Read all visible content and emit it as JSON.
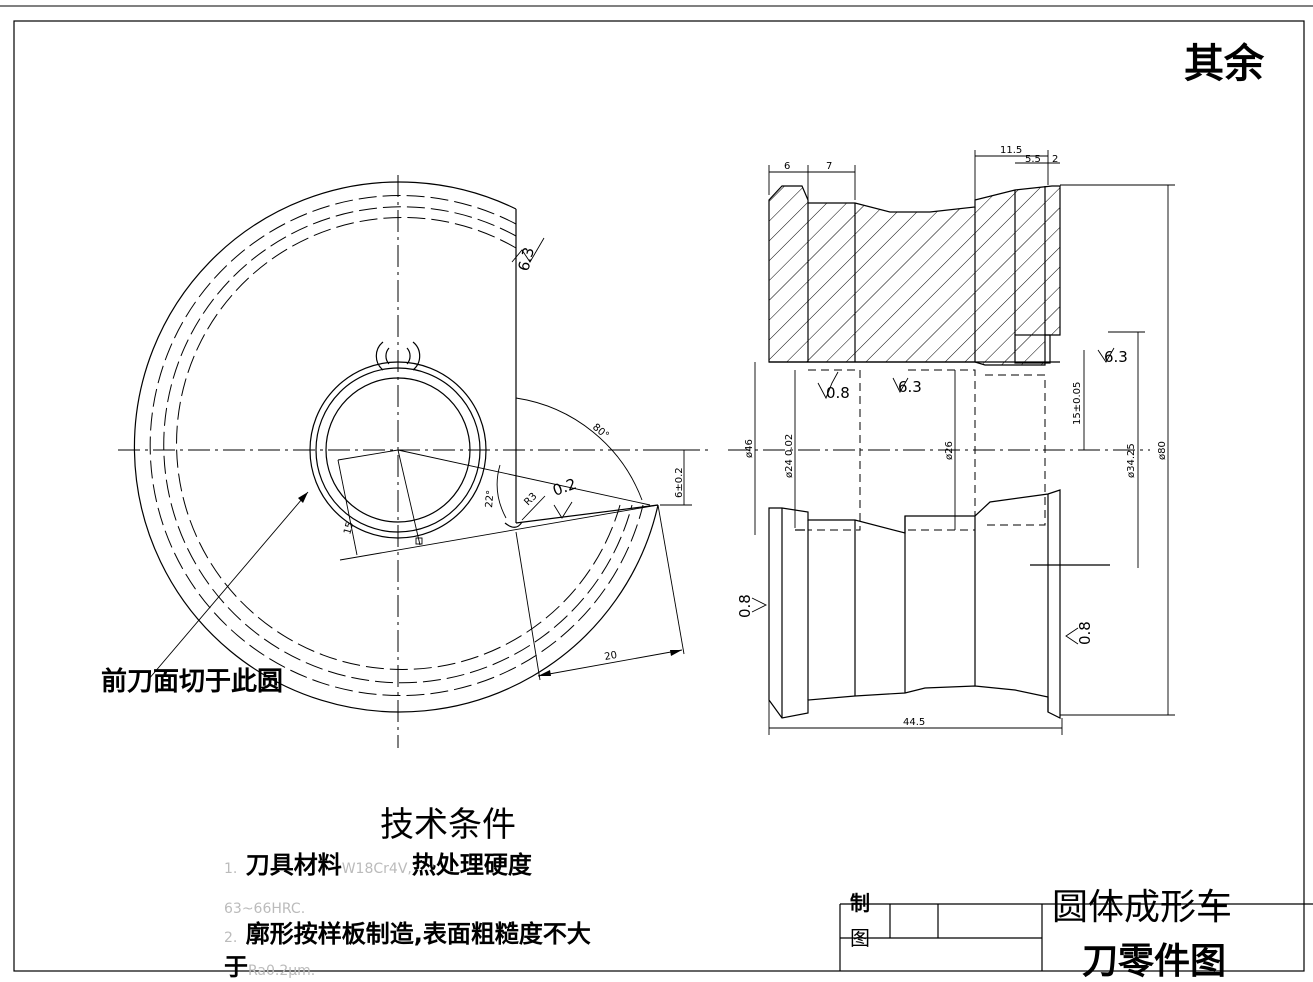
{
  "header": {
    "other_surfaces": "其余"
  },
  "left_view": {
    "label": "前刀面切于此圆",
    "surface_roughness": [
      "6.3",
      "0.2"
    ],
    "dimensions": [
      "80°",
      "22°",
      "R3",
      "15",
      "20",
      "6±0.2"
    ]
  },
  "right_view": {
    "surface_roughness": [
      "0.8",
      "6.3",
      "6.3",
      "0.8",
      "0.8"
    ],
    "dimensions": [
      "6",
      "7",
      "11.5",
      "5.5",
      "2",
      "ø46",
      "ø24",
      "ø26",
      "15±0.05",
      "ø34.25",
      "ø80",
      "44.5"
    ]
  },
  "technical_conditions": {
    "heading": "技术条件",
    "items": [
      {
        "number": "1.",
        "text": "刀具材料",
        "spec": "W18Cr4V,",
        "rest": "热处理硬度"
      },
      {
        "line": "63~66HRC."
      },
      {
        "number": "2.",
        "text": "廓形按样板制造,表面粗糙度不大"
      },
      {
        "text": "于",
        "spec": "Ra0.2μm."
      }
    ]
  },
  "title_block": {
    "made_by_label": "制",
    "drawing_label": "图",
    "title_line1": "圆体成形车",
    "title_line2": "刀零件图"
  }
}
